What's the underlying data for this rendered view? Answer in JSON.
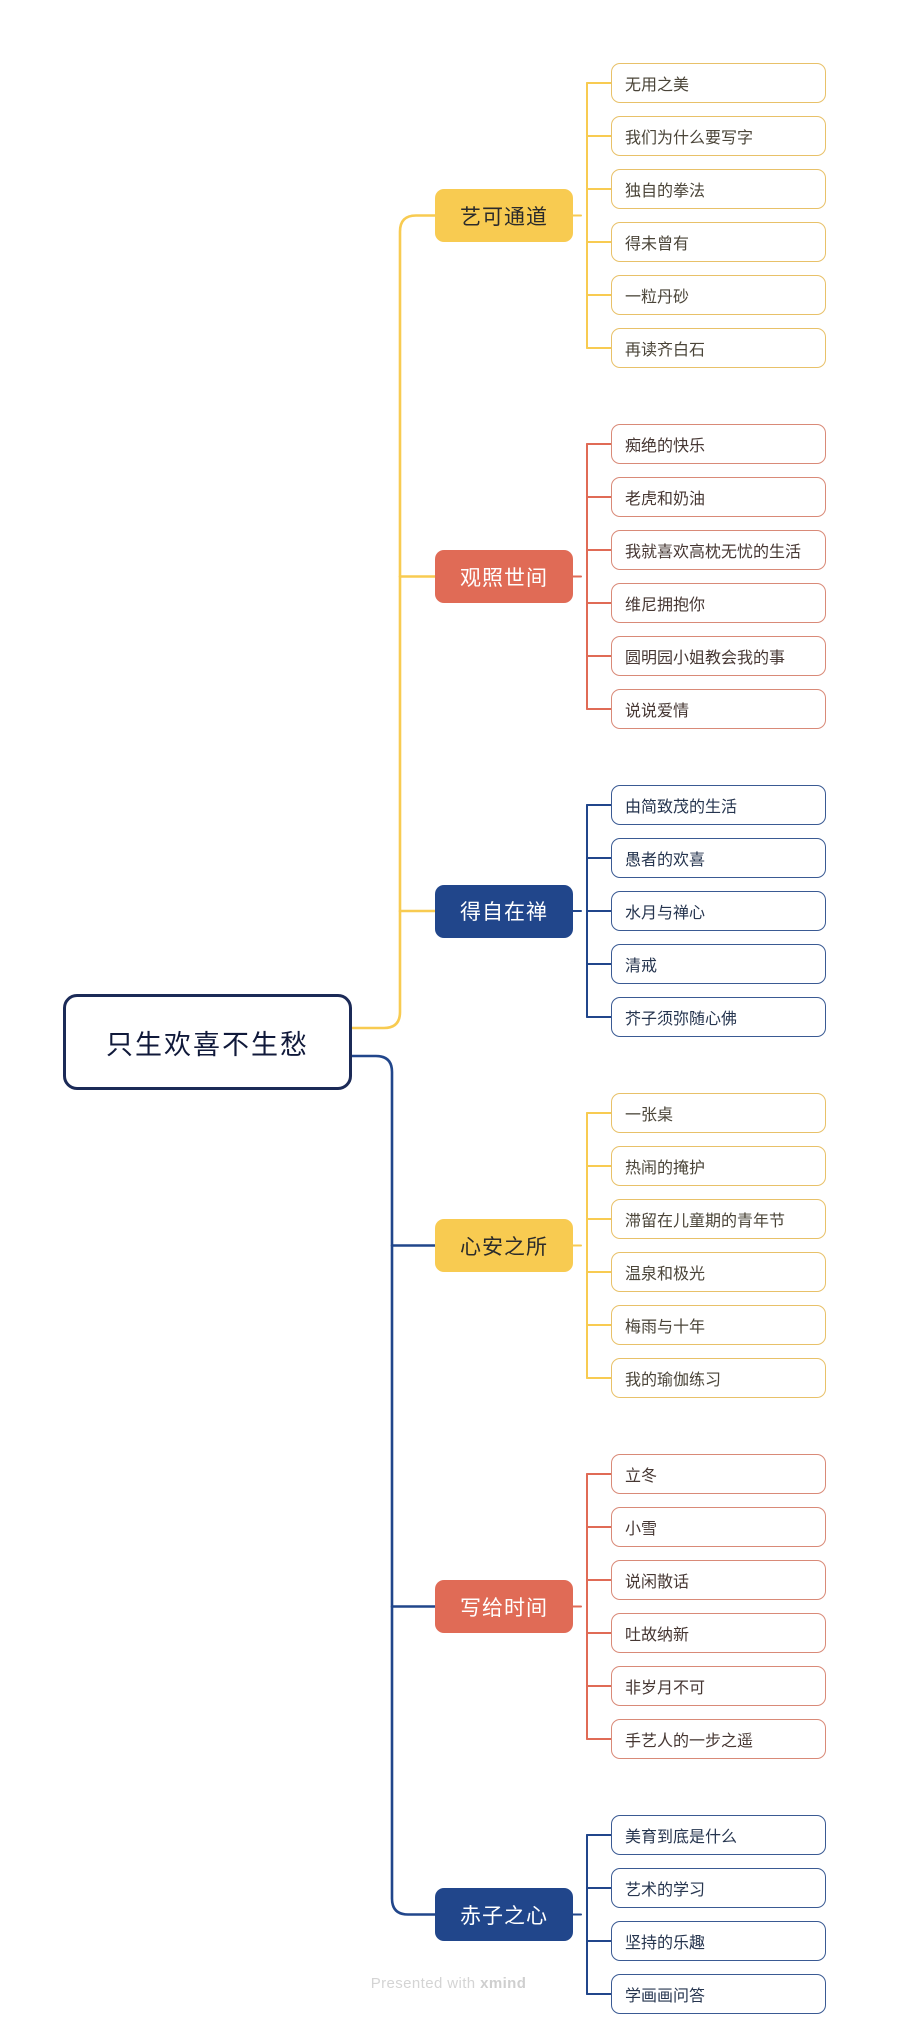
{
  "document": {
    "type": "mindmap",
    "root": {
      "label": "只生欢喜不生愁"
    },
    "footer": {
      "prefix": "Presented with ",
      "brand": "xmind"
    },
    "colors": {
      "yellow": "#F8CB51",
      "coral": "#E06B56",
      "blue": "#21468B",
      "root_border": "#1B2A57",
      "leaf_yellow_border": "#E8C169",
      "leaf_coral_border": "#D98A78",
      "leaf_blue_border": "#3A5A93",
      "footer_text": "#D4D4D4",
      "background": "#FFFFFF"
    },
    "branches": [
      {
        "label": "艺可通道",
        "theme": "yellow",
        "leaves": [
          "无用之美",
          "我们为什么要写字",
          "独自的拳法",
          "得未曾有",
          "一粒丹砂",
          "再读齐白石"
        ]
      },
      {
        "label": "观照世间",
        "theme": "coral",
        "leaves": [
          "痴绝的快乐",
          "老虎和奶油",
          "我就喜欢高枕无忧的生活",
          "维尼拥抱你",
          "圆明园小姐教会我的事",
          "说说爱情"
        ]
      },
      {
        "label": "得自在禅",
        "theme": "blue",
        "leaves": [
          "由简致茂的生活",
          "愚者的欢喜",
          "水月与禅心",
          "清戒",
          "芥子须弥随心佛"
        ]
      },
      {
        "label": "心安之所",
        "theme": "yellow",
        "leaves": [
          "一张桌",
          "热闹的掩护",
          "滞留在儿童期的青年节",
          "温泉和极光",
          "梅雨与十年",
          "我的瑜伽练习"
        ]
      },
      {
        "label": "写给时间",
        "theme": "coral",
        "leaves": [
          "立冬",
          "小雪",
          "说闲散话",
          "吐故纳新",
          "非岁月不可",
          "手艺人的一步之遥"
        ]
      },
      {
        "label": "赤子之心",
        "theme": "blue",
        "leaves": [
          "美育到底是什么",
          "艺术的学习",
          "坚持的乐趣",
          "学画画问答"
        ]
      }
    ]
  }
}
